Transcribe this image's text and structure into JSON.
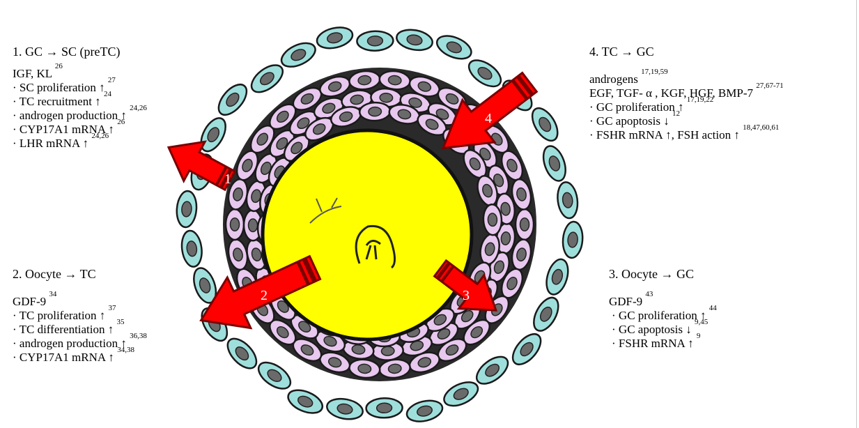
{
  "blocks": [
    {
      "id": "gc-sc",
      "heading": "1. GC → SC (preTC)",
      "lines": [
        {
          "text": "IGF, KL",
          "ref": "26"
        },
        {
          "text": "· SC proliferation ↑",
          "ref": "27"
        },
        {
          "text": "· TC recruitment ↑",
          "ref": "24"
        },
        {
          "text": "· androgen production ↑",
          "ref": "24,26"
        },
        {
          "text": "· CYP17A1 mRNA ↑",
          "ref": "26"
        },
        {
          "text": "· LHR mRNA ↑",
          "ref": "24,26"
        }
      ]
    },
    {
      "id": "tc-gc",
      "heading": "4. TC → GC",
      "lines": [
        {
          "text": "androgens",
          "ref": "17,19,59"
        },
        {
          "text": "EGF, TGF- α , KGF, HGF, BMP-7",
          "ref": "27,67-71"
        },
        {
          "text": "· GC proliferation ↑",
          "ref": "17,19,22"
        },
        {
          "text": "· GC apoptosis ↓",
          "ref": "12"
        },
        {
          "text": "· FSHR mRNA ↑, FSH action ↑",
          "ref": "18,47,60,61"
        }
      ]
    },
    {
      "id": "oocyte-tc",
      "heading": "2. Oocyte → TC",
      "lines": [
        {
          "text": "GDF-9",
          "ref": "34"
        },
        {
          "text": "· TC proliferation ↑",
          "ref": "37"
        },
        {
          "text": "· TC differentiation ↑",
          "ref": "35"
        },
        {
          "text": "· androgen production ↑",
          "ref": "36,38"
        },
        {
          "text": "· CYP17A1 mRNA ↑",
          "ref": "34,38"
        }
      ]
    },
    {
      "id": "oocyte-gc",
      "heading": "3. Oocyte → GC",
      "lines": [
        {
          "text": "GDF-9",
          "ref": "43"
        },
        {
          "text": "· GC proliferation ↑",
          "ref": "44"
        },
        {
          "text": "· GC apoptosis ↓",
          "ref": "9,45"
        },
        {
          "text": "· FSHR mRNA ↑",
          "ref": "9"
        }
      ]
    }
  ],
  "arrows": [
    {
      "id": "arrow-1",
      "label": "1"
    },
    {
      "id": "arrow-2",
      "label": "2"
    },
    {
      "id": "arrow-3",
      "label": "3"
    },
    {
      "id": "arrow-4",
      "label": "4"
    }
  ],
  "colors": {
    "oocyte": "#ffff00",
    "granulosa_cell": "#e8c8ee",
    "theca_cell": "#9edfdc",
    "arrow": "#ff0000",
    "arrow_outline": "#7a0000",
    "cell_outline": "#1a1a1a"
  }
}
